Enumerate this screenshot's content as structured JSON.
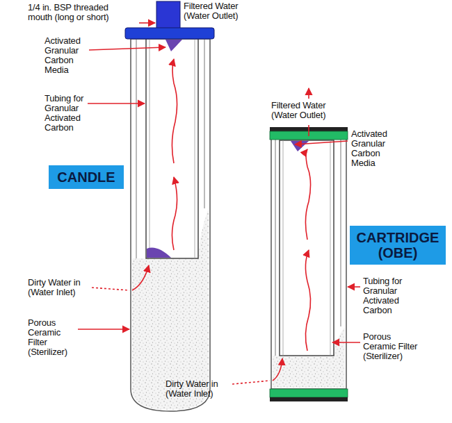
{
  "diagram": {
    "nodes": [
      {
        "text": [
          "CANDLE"
        ]
      },
      {
        "text": [
          "CARTRIDGE (OBE)"
        ]
      }
    ],
    "labels": [
      "1/4 in. BSP threaded mouth (long or short)",
      "Filtered Water (Water Outlet)",
      "Activated Granular Carbon Media",
      "Tubing for Granular Activated Carbon",
      "Dirty Water in (Water Inlet)",
      "Porous Ceramic Filter (Sterilizer)",
      "Filtered Water (Water Outlet)",
      "Activated Granular Carbon Media",
      "Tubing for Granular Activated Carbon",
      "Porous Ceramic Filter (Sterilizer)",
      "Dirty Water in (Water Inlet)"
    ]
  }
}
